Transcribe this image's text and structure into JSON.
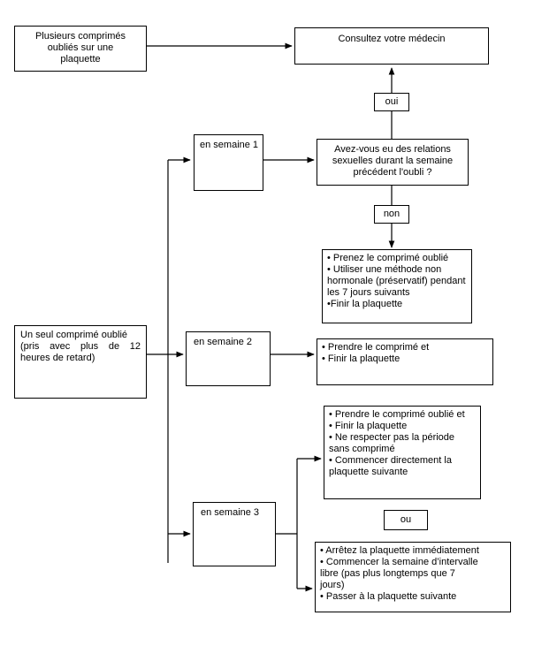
{
  "many_missed": [
    "Plusieurs comprimés",
    "oubliés sur une",
    "plaquette"
  ],
  "consult_doctor": "Consultez votre médecin",
  "yes_label": "oui",
  "no_label": "non",
  "or_label": "ou",
  "question": [
    "Avez-vous eu des relations",
    "sexuelles durant la semaine",
    "précédent l'oubli ?"
  ],
  "single_missed": [
    "Un seul comprimé oublié",
    "(pris avec plus de 12",
    "heures de retard)"
  ],
  "week1": "en semaine 1",
  "week2": "en semaine 2",
  "week3": "en semaine 3",
  "week1_no_actions": [
    "• Prenez le comprimé oublié",
    "• Utiliser une méthode non",
    "hormonale (préservatif) pendant",
    "les 7 jours suivants",
    "•Finir la plaquette"
  ],
  "week2_actions": [
    "• Prendre le comprimé et",
    "• Finir la plaquette"
  ],
  "week3_option1": [
    "• Prendre le comprimé oublié et",
    "• Finir la plaquette",
    "• Ne respecter pas la période",
    "sans comprimé",
    "• Commencer directement la",
    "plaquette suivante"
  ],
  "week3_option2": [
    "• Arrêtez la plaquette immédiatement",
    "• Commencer la semaine d’intervalle",
    "libre (pas plus longtemps que 7",
    "jours)",
    "• Passer à la plaquette suivante"
  ]
}
